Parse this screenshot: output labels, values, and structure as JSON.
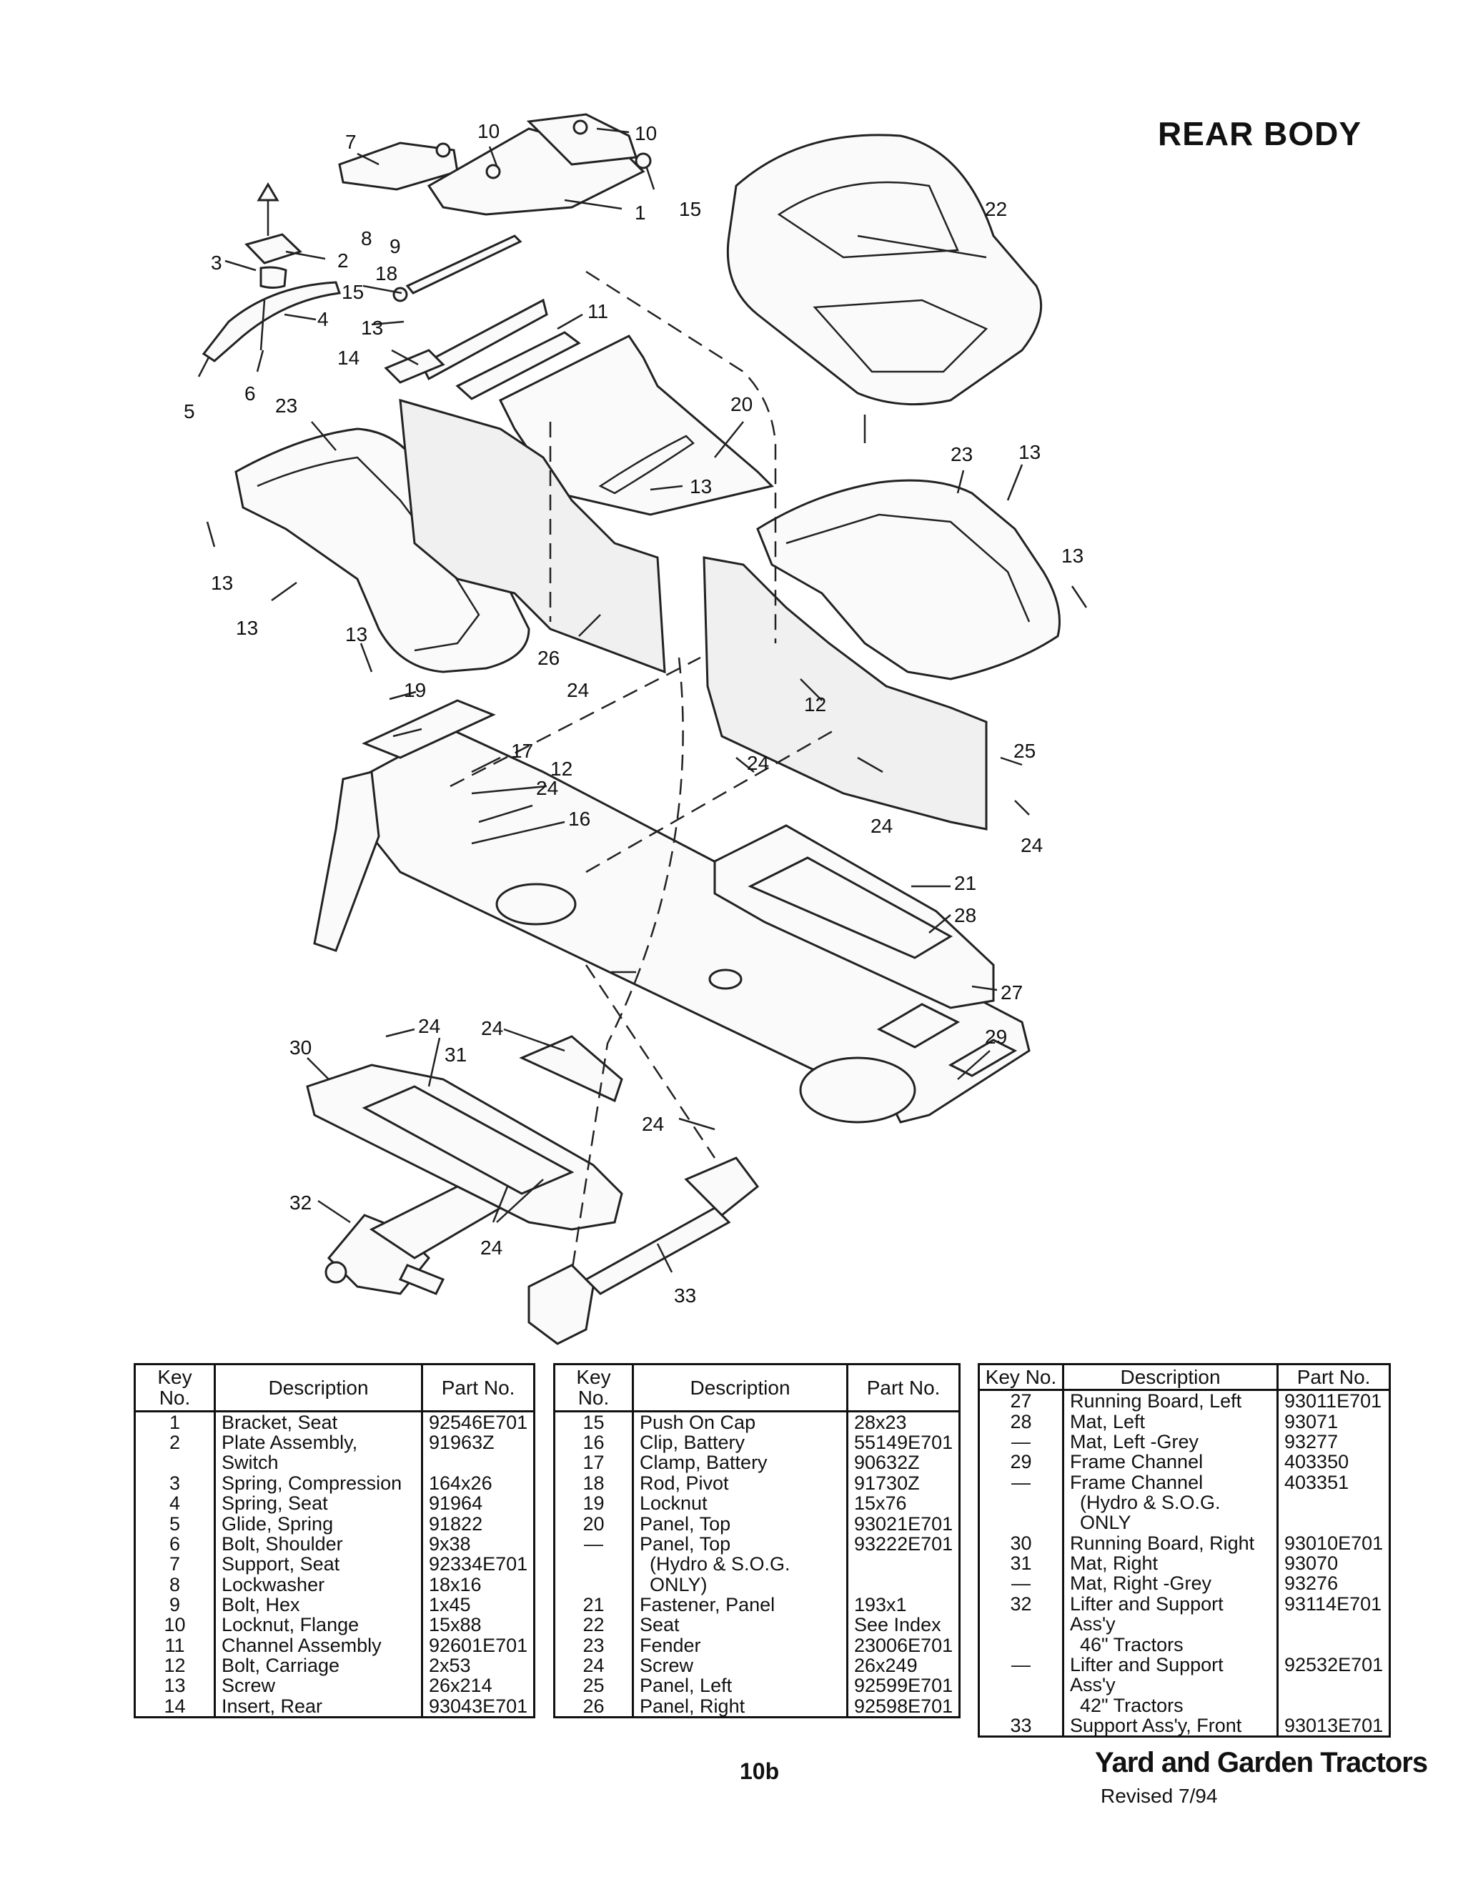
{
  "page": {
    "title": "REAR BODY",
    "page_number": "10b",
    "footer_title": "Yard and Garden Tractors",
    "revision": "Revised 7/94"
  },
  "diagram": {
    "callouts": [
      "1",
      "2",
      "3",
      "4",
      "5",
      "6",
      "7",
      "8",
      "9",
      "10",
      "10",
      "11",
      "12",
      "12",
      "13",
      "13",
      "13",
      "13",
      "13",
      "13",
      "13",
      "14",
      "15",
      "15",
      "16",
      "17",
      "18",
      "19",
      "20",
      "21",
      "22",
      "23",
      "23",
      "24",
      "24",
      "24",
      "24",
      "24",
      "24",
      "24",
      "24",
      "24",
      "25",
      "26",
      "27",
      "28",
      "29",
      "30",
      "31",
      "32",
      "33"
    ]
  },
  "table": {
    "headers": {
      "key": "Key No.",
      "description": "Description",
      "part": "Part No."
    },
    "col1": [
      {
        "key": "1",
        "desc": [
          "Bracket, Seat"
        ],
        "part": "92546E701"
      },
      {
        "key": "2",
        "desc": [
          "Plate Assembly, Switch"
        ],
        "part": "91963Z"
      },
      {
        "key": "3",
        "desc": [
          "Spring, Compression"
        ],
        "part": "164x26"
      },
      {
        "key": "4",
        "desc": [
          "Spring, Seat"
        ],
        "part": "91964"
      },
      {
        "key": "5",
        "desc": [
          "Glide, Spring"
        ],
        "part": "91822"
      },
      {
        "key": "6",
        "desc": [
          "Bolt, Shoulder"
        ],
        "part": "9x38"
      },
      {
        "key": "7",
        "desc": [
          "Support, Seat"
        ],
        "part": "92334E701"
      },
      {
        "key": "8",
        "desc": [
          "Lockwasher"
        ],
        "part": "18x16"
      },
      {
        "key": "9",
        "desc": [
          "Bolt, Hex"
        ],
        "part": "1x45"
      },
      {
        "key": "10",
        "desc": [
          "Locknut, Flange"
        ],
        "part": "15x88"
      },
      {
        "key": "11",
        "desc": [
          "Channel Assembly"
        ],
        "part": "92601E701"
      },
      {
        "key": "12",
        "desc": [
          "Bolt, Carriage"
        ],
        "part": "2x53"
      },
      {
        "key": "13",
        "desc": [
          "Screw"
        ],
        "part": "26x214"
      },
      {
        "key": "14",
        "desc": [
          "Insert, Rear"
        ],
        "part": "93043E701"
      }
    ],
    "col2": [
      {
        "key": "15",
        "desc": [
          "Push On Cap"
        ],
        "part": "28x23"
      },
      {
        "key": "16",
        "desc": [
          "Clip, Battery"
        ],
        "part": "55149E701"
      },
      {
        "key": "17",
        "desc": [
          "Clamp, Battery"
        ],
        "part": "90632Z"
      },
      {
        "key": "18",
        "desc": [
          "Rod, Pivot"
        ],
        "part": "91730Z"
      },
      {
        "key": "19",
        "desc": [
          "Locknut"
        ],
        "part": "15x76"
      },
      {
        "key": "20",
        "desc": [
          "Panel, Top"
        ],
        "part": "93021E701"
      },
      {
        "key": "—",
        "desc": [
          "Panel, Top",
          "(Hydro & S.O.G. ONLY)"
        ],
        "part": "93222E701"
      },
      {
        "key": "21",
        "desc": [
          "Fastener, Panel"
        ],
        "part": "193x1"
      },
      {
        "key": "22",
        "desc": [
          "Seat"
        ],
        "part": "See Index"
      },
      {
        "key": "23",
        "desc": [
          "Fender"
        ],
        "part": "23006E701"
      },
      {
        "key": "24",
        "desc": [
          "Screw"
        ],
        "part": "26x249"
      },
      {
        "key": "25",
        "desc": [
          "Panel, Left"
        ],
        "part": "92599E701"
      },
      {
        "key": "26",
        "desc": [
          "Panel, Right"
        ],
        "part": "92598E701"
      }
    ],
    "col3": [
      {
        "key": "27",
        "desc": [
          "Running Board, Left"
        ],
        "part": "93011E701"
      },
      {
        "key": "28",
        "desc": [
          "Mat, Left"
        ],
        "part": "93071"
      },
      {
        "key": "—",
        "desc": [
          "Mat, Left -Grey"
        ],
        "part": "93277"
      },
      {
        "key": "29",
        "desc": [
          "Frame Channel"
        ],
        "part": "403350"
      },
      {
        "key": "—",
        "desc": [
          "Frame Channel",
          "(Hydro & S.O.G. ONLY"
        ],
        "part": "403351"
      },
      {
        "key": "30",
        "desc": [
          "Running Board, Right"
        ],
        "part": "93010E701"
      },
      {
        "key": "31",
        "desc": [
          "Mat, Right"
        ],
        "part": "93070"
      },
      {
        "key": "—",
        "desc": [
          "Mat, Right -Grey"
        ],
        "part": "93276"
      },
      {
        "key": "32",
        "desc": [
          "Lifter and Support Ass'y",
          "46\" Tractors"
        ],
        "part": "93114E701"
      },
      {
        "key": "—",
        "desc": [
          "Lifter and Support Ass'y",
          "42\" Tractors"
        ],
        "part": "92532E701"
      },
      {
        "key": "33",
        "desc": [
          "Support Ass'y, Front"
        ],
        "part": "93013E701"
      }
    ]
  }
}
